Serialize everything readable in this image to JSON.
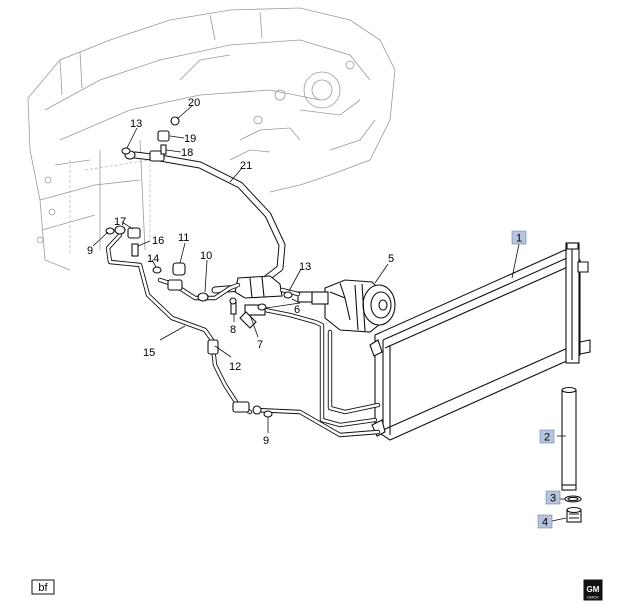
{
  "diagram": {
    "callouts": [
      {
        "id": "1",
        "text": "1",
        "highlight": true
      },
      {
        "id": "2",
        "text": "2",
        "highlight": true
      },
      {
        "id": "3",
        "text": "3",
        "highlight": true
      },
      {
        "id": "4",
        "text": "4",
        "highlight": true
      },
      {
        "id": "5",
        "text": "5"
      },
      {
        "id": "6",
        "text": "6"
      },
      {
        "id": "7",
        "text": "7"
      },
      {
        "id": "8",
        "text": "8"
      },
      {
        "id": "9a",
        "text": "9"
      },
      {
        "id": "9b",
        "text": "9"
      },
      {
        "id": "10",
        "text": "10"
      },
      {
        "id": "11",
        "text": "11"
      },
      {
        "id": "12",
        "text": "12"
      },
      {
        "id": "13a",
        "text": "13"
      },
      {
        "id": "13b",
        "text": "13"
      },
      {
        "id": "14",
        "text": "14"
      },
      {
        "id": "15",
        "text": "15"
      },
      {
        "id": "16",
        "text": "16"
      },
      {
        "id": "17",
        "text": "17"
      },
      {
        "id": "18",
        "text": "18"
      },
      {
        "id": "19",
        "text": "19"
      },
      {
        "id": "20",
        "text": "20"
      },
      {
        "id": "21",
        "text": "21"
      }
    ],
    "highlight_color": "#b7c4dd",
    "footer_left_code": "bf",
    "footer_right_logo": "GM",
    "footer_right_logo_sub": "GMCK"
  }
}
